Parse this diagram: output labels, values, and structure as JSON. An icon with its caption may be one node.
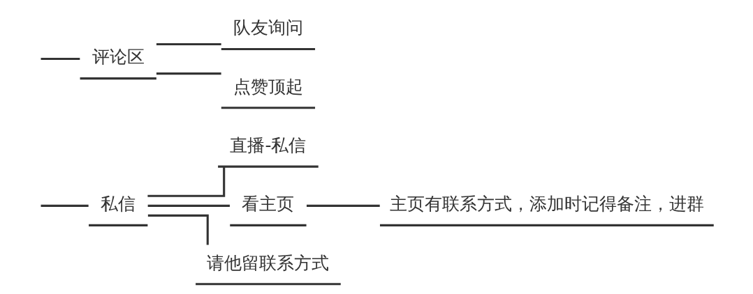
{
  "diagram": {
    "nodes": [
      {
        "text": [
          "私信"
        ]
      },
      {
        "text": [
          "直播-私信"
        ]
      },
      {
        "text": [
          "看主页"
        ]
      },
      {
        "text": [
          "主页有联系方式，添加时记得备注，进群"
        ]
      },
      {
        "text": [
          "请他留联系方式"
        ]
      },
      {
        "text": [
          "评论区"
        ]
      },
      {
        "text": [
          "队友询问"
        ]
      },
      {
        "text": [
          "点赞顶起"
        ]
      }
    ],
    "edges": [
      {
        "from": null,
        "to": 0,
        "arrow": "none"
      },
      {
        "from": 0,
        "to": 1,
        "arrow": "none"
      },
      {
        "from": 0,
        "to": 2,
        "arrow": "none"
      },
      {
        "from": 2,
        "to": 3,
        "arrow": "none"
      },
      {
        "from": 0,
        "to": 4,
        "arrow": "none"
      },
      {
        "from": null,
        "to": 5,
        "arrow": "none"
      },
      {
        "from": 5,
        "to": 6,
        "arrow": "none"
      },
      {
        "from": 5,
        "to": 7,
        "arrow": "none"
      }
    ]
  }
}
